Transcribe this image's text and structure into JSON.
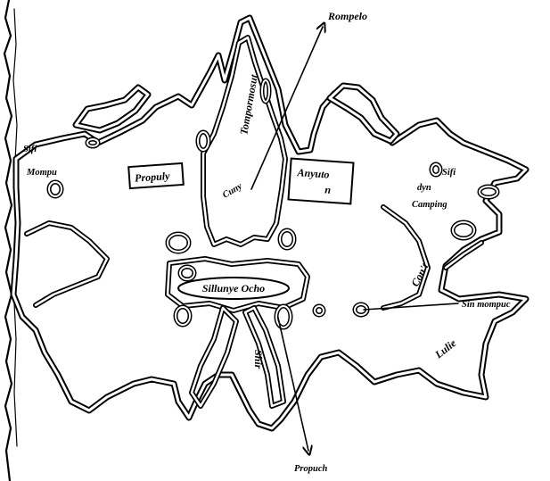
{
  "labels": {
    "rompelo": "Rompelo",
    "propuly": "Propuly",
    "tompormosut": "Tompormosut",
    "anyuto_line1": "Anyuto",
    "anyuto_line2": "n",
    "sifi_right": "Sifi",
    "dyn": "dyn",
    "camping": "Camping",
    "sifi_left": "Sifi",
    "mompu": "Mompu",
    "sillunye": "Sillunye Ocho",
    "cont": "Con't",
    "sin_mompuc": "Sin mompuc",
    "lulie": "Lulie",
    "propuch": "Propuch",
    "cuny": "Cuny",
    "shir": "Shir"
  },
  "colors": {
    "ink": "#000000",
    "paper": "#ffffff"
  }
}
